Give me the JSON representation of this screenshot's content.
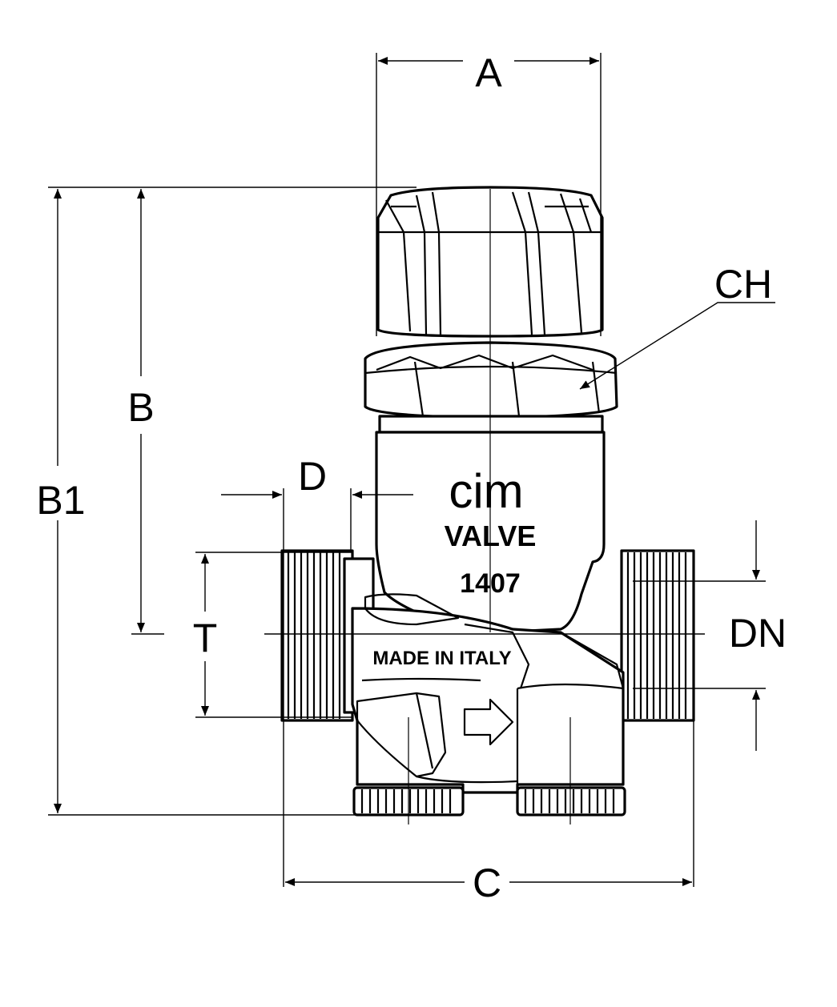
{
  "dimensions": {
    "a": "A",
    "b": "B",
    "b1": "B1",
    "c": "C",
    "d": "D",
    "t": "T",
    "dn": "DN",
    "ch": "CH"
  },
  "markings": {
    "brand": "cim",
    "product": "VALVE",
    "model": "1407",
    "origin": "MADE IN ITALY"
  },
  "colors": {
    "line": "#000000",
    "background": "#ffffff"
  }
}
